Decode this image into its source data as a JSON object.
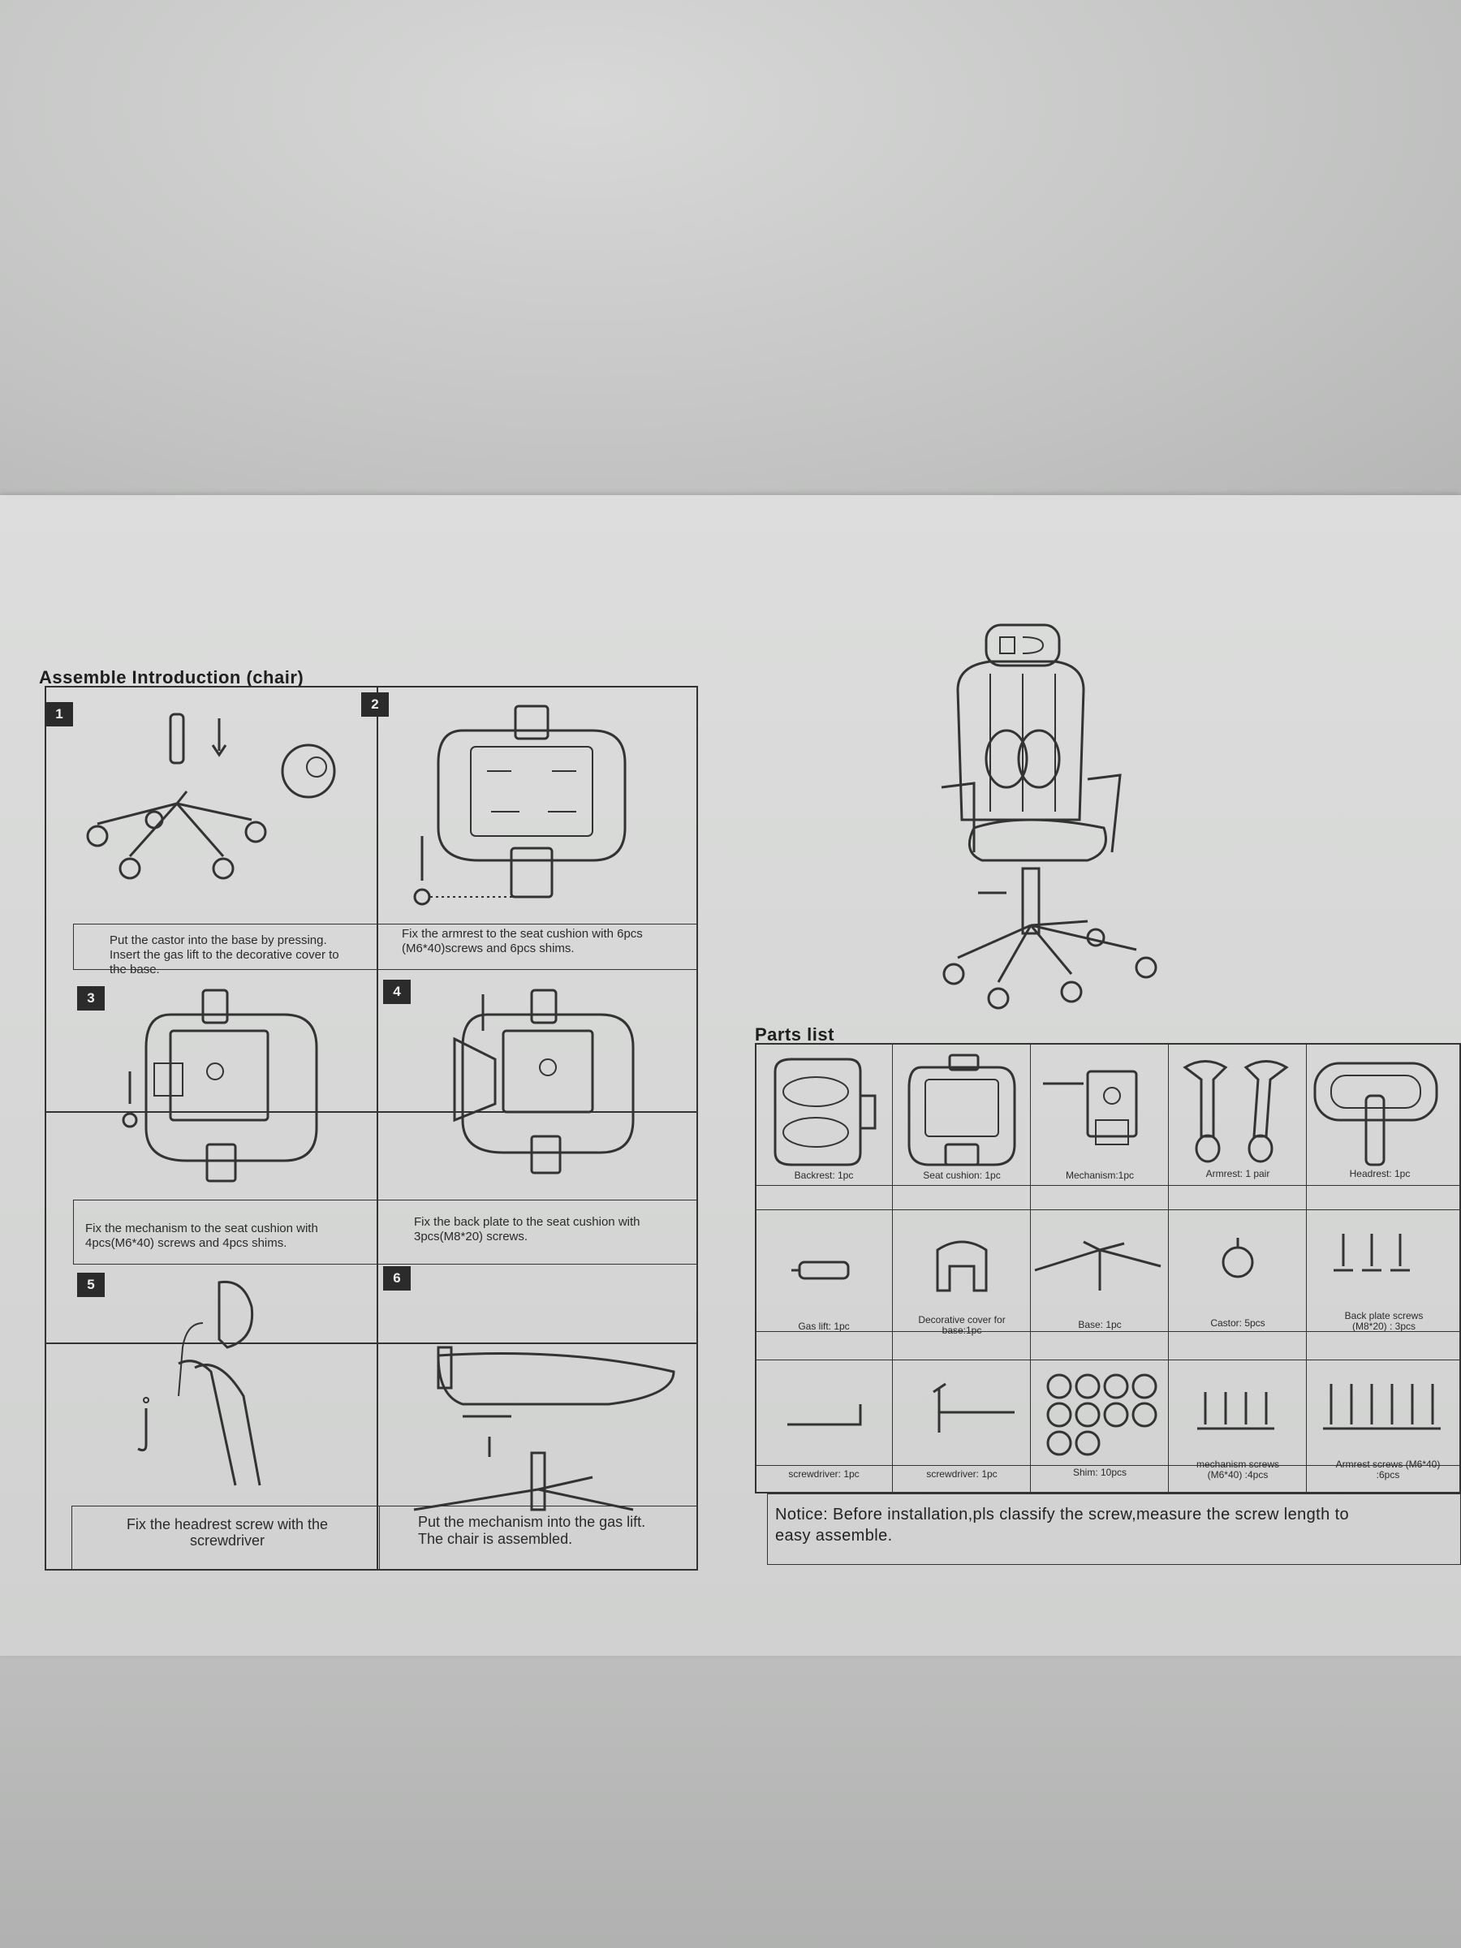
{
  "assembly": {
    "title": "Assemble Introduction (chair)",
    "steps": [
      {
        "number": "1",
        "caption": "Put the castor into the base by pressing. Insert the gas lift to the decorative cover to the base."
      },
      {
        "number": "2",
        "caption": "Fix the armrest to the seat cushion with 6pcs (M6*40)screws and 6pcs shims."
      },
      {
        "number": "3",
        "caption": "Fix the mechanism to the seat cushion with 4pcs(M6*40) screws and 4pcs shims."
      },
      {
        "number": "4",
        "caption": "Fix the back plate to the seat cushion with 3pcs(M8*20) screws."
      },
      {
        "number": "5",
        "caption": "Fix the headrest screw with the screwdriver"
      },
      {
        "number": "6",
        "caption": "Put the mechanism into the gas lift. The chair is assembled."
      }
    ]
  },
  "parts": {
    "title": "Parts list",
    "items": [
      {
        "label": "Backrest: 1pc",
        "icon": "backrest-icon"
      },
      {
        "label": "Seat cushion: 1pc",
        "icon": "seat-cushion-icon"
      },
      {
        "label": "Mechanism:1pc",
        "icon": "mechanism-icon"
      },
      {
        "label": "Armrest: 1 pair",
        "icon": "armrest-icon"
      },
      {
        "label": "Headrest: 1pc",
        "icon": "headrest-icon"
      },
      {
        "label": "Gas lift: 1pc",
        "icon": "gas-lift-icon"
      },
      {
        "label": "Decorative cover for base:1pc",
        "icon": "decorative-cover-icon"
      },
      {
        "label": "Base: 1pc",
        "icon": "base-icon"
      },
      {
        "label": "Castor: 5pcs",
        "icon": "castor-icon"
      },
      {
        "label": "Back plate screws (M8*20) : 3pcs",
        "icon": "back-plate-screws-icon"
      },
      {
        "label": "screwdriver: 1pc",
        "icon": "allen-key-icon"
      },
      {
        "label": "screwdriver: 1pc",
        "icon": "t-handle-screwdriver-icon"
      },
      {
        "label": "Shim: 10pcs",
        "icon": "shims-icon"
      },
      {
        "label": "mechanism screws (M6*40) :4pcs",
        "icon": "mechanism-screws-icon"
      },
      {
        "label": "Armrest screws (M6*40) :6pcs",
        "icon": "armrest-screws-icon"
      }
    ]
  },
  "notice": "Notice: Before installation,pls classify the screw,measure the screw length to easy assemble.",
  "illustration_icon": "assembled-chair-icon"
}
